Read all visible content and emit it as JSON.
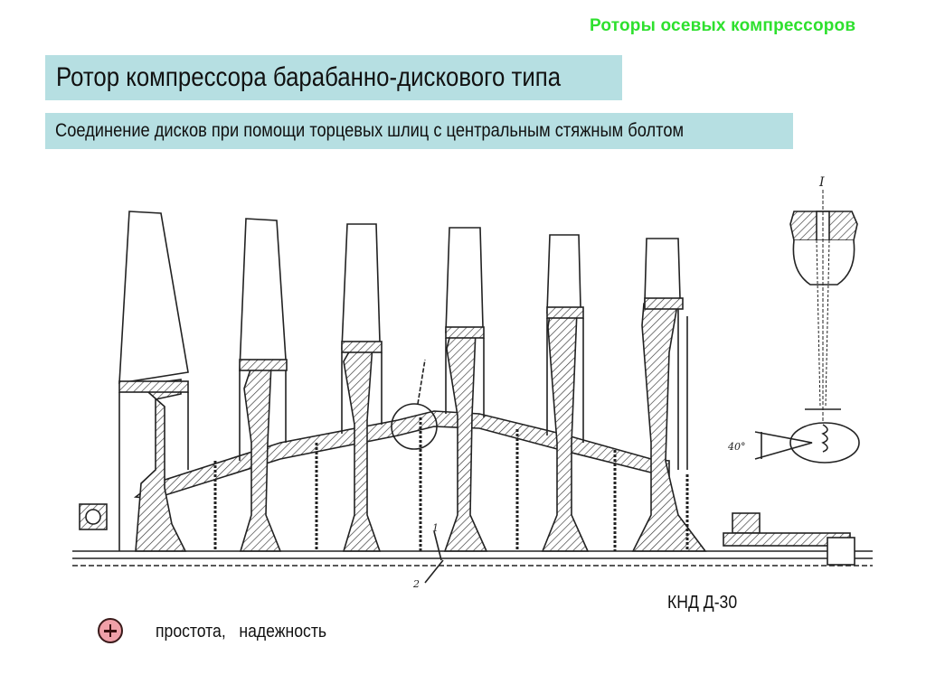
{
  "header": {
    "section_title": "Роторы осевых компрессоров",
    "section_title_color": "#2ee02e"
  },
  "slide": {
    "title": "Ротор компрессора барабанно-дискового типа",
    "subtitle": "Соединение дисков при помощи торцевых шлиц с центральным стяжным болтом",
    "box_color": "#b6dfe2"
  },
  "drawing": {
    "description": "Cross-section of drum-disk compressor rotor with six blade stages, central tie bolt and face splines",
    "detail_label": "I",
    "callout_labels": [
      "1",
      "2"
    ],
    "angle_label": "40°",
    "caption": "КНД Д-30"
  },
  "advantages": {
    "icon": "plus-circle-icon",
    "icon_color": "#f0a0a8",
    "text": "простота,   надежность"
  }
}
